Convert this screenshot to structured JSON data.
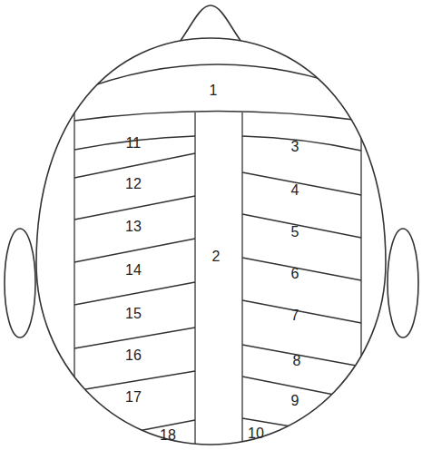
{
  "diagram": {
    "nodes": [
      {
        "text": [
          "1"
        ]
      },
      {
        "text": [
          "2"
        ]
      },
      {
        "text": [
          "3"
        ]
      },
      {
        "text": [
          "4"
        ]
      },
      {
        "text": [
          "5"
        ]
      },
      {
        "text": [
          "6"
        ]
      },
      {
        "text": [
          "7"
        ]
      },
      {
        "text": [
          "8"
        ]
      },
      {
        "text": [
          "9"
        ]
      },
      {
        "text": [
          "10"
        ]
      },
      {
        "text": [
          "11"
        ]
      },
      {
        "text": [
          "12"
        ]
      },
      {
        "text": [
          "13"
        ]
      },
      {
        "text": [
          "14"
        ]
      },
      {
        "text": [
          "15"
        ]
      },
      {
        "text": [
          "16"
        ]
      },
      {
        "text": [
          "17"
        ]
      },
      {
        "text": [
          "18"
        ]
      }
    ]
  }
}
